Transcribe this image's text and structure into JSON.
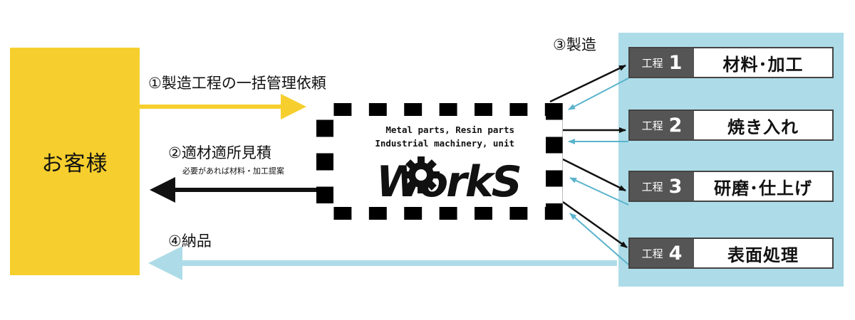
{
  "colors": {
    "yellow": "#F6CF2E",
    "lightblue": "#ADDCE8",
    "dark": "#111111",
    "step_num_bg": "#555555"
  },
  "customer": {
    "label": "お客様"
  },
  "flows": {
    "request": "①製造工程の一括管理依頼",
    "estimate": "②適材適所見積",
    "estimate_note": "必要があれば材料・加工提案",
    "manufacture": "③製造",
    "delivery": "④納品"
  },
  "company": {
    "line1": "Metal parts, Resin parts",
    "line2": "Industrial machinery,  unit",
    "logo": "WorkS"
  },
  "steps": [
    {
      "prefix": "工程",
      "number": "1",
      "name": "材料･加工"
    },
    {
      "prefix": "工程",
      "number": "2",
      "name": "焼き入れ"
    },
    {
      "prefix": "工程",
      "number": "3",
      "name": "研磨･仕上げ"
    },
    {
      "prefix": "工程",
      "number": "4",
      "name": "表面処理"
    }
  ],
  "icons": {
    "gear": "gear-icon"
  }
}
